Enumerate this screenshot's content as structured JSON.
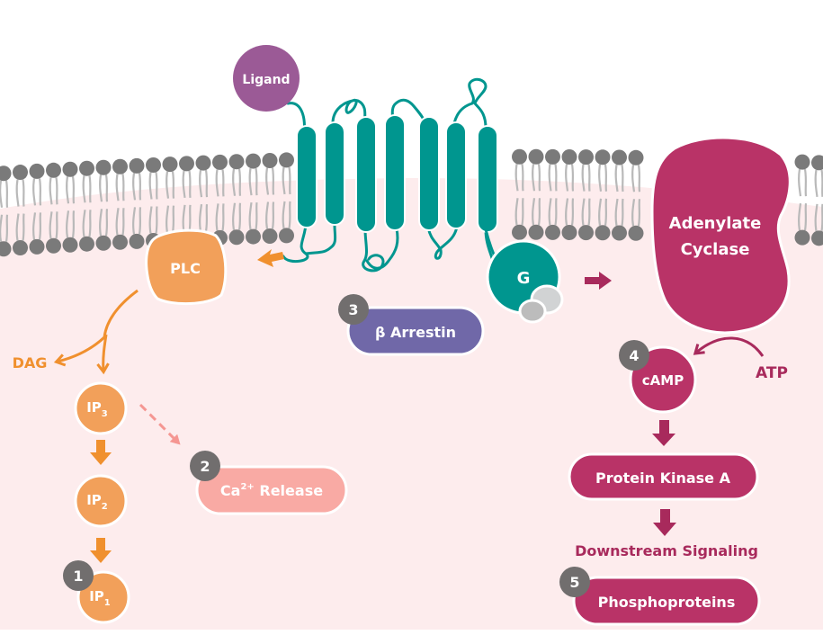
{
  "title": "GPCR signaling pathways",
  "colors": {
    "cytoplasm": "#fdeced",
    "lipid_head": "#7a7a7a",
    "lipid_tail": "#b9b9b9",
    "receptor": "#00968f",
    "ligand": "#9b5a96",
    "plc": "#f2a05a",
    "plc_arrow": "#f0902e",
    "ca_release": "#f9aaa4",
    "ca_arrow": "#f59692",
    "arrestin": "#7068a8",
    "adenylate": "#b93367",
    "adenylate_arrow": "#a82a5c",
    "badge": "#716e6e",
    "g_small_1": "#d1d3d4",
    "g_small_2": "#bcbcbc"
  },
  "nodes": {
    "ligand": "Ligand",
    "g_protein": "G",
    "plc": "PLC",
    "dag": "DAG",
    "ip3": {
      "base": "IP",
      "sub": "3"
    },
    "ip2": {
      "base": "IP",
      "sub": "2"
    },
    "ip1": {
      "base": "IP",
      "sub": "1"
    },
    "ca_release": {
      "base": "Ca",
      "sup": "2+",
      "rest": " Release"
    },
    "arrestin": "β Arrestin",
    "adenylate_cyclase": [
      "Adenylate",
      "Cyclase"
    ],
    "camp": "cAMP",
    "atp": "ATP",
    "pka": "Protein Kinase A",
    "downstream": "Downstream Signaling",
    "phosphoproteins": "Phosphoproteins"
  },
  "badges": [
    "1",
    "2",
    "3",
    "4",
    "5"
  ]
}
